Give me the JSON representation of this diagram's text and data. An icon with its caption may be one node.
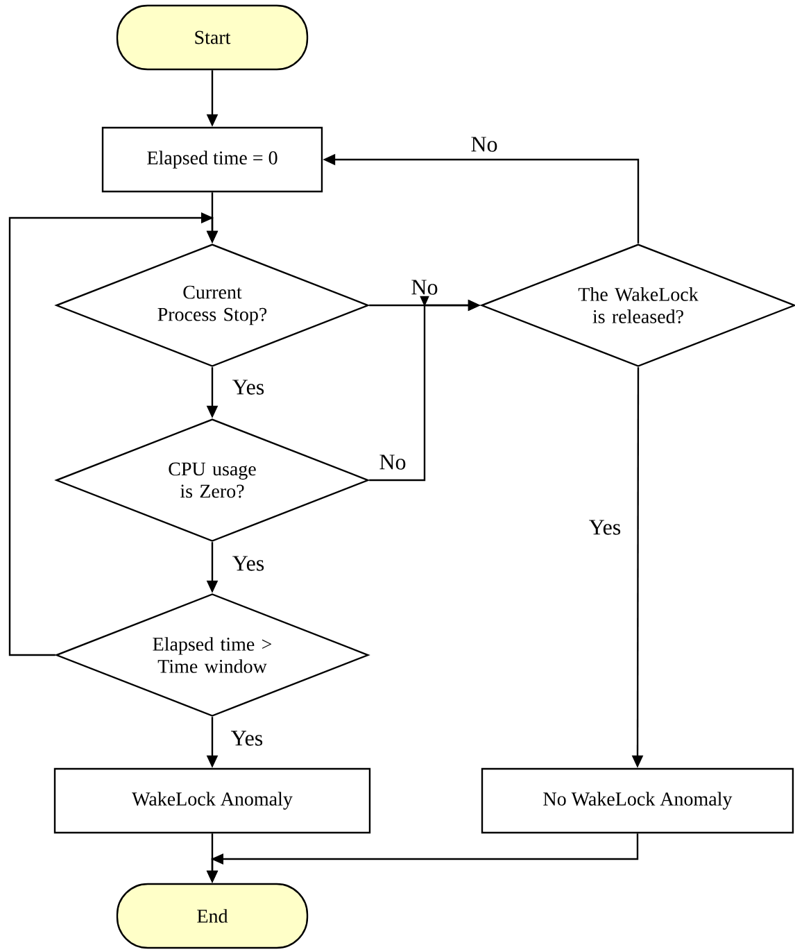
{
  "diagram": {
    "nodes": [
      {
        "text": [
          "Start"
        ]
      },
      {
        "text": [
          "Elapsed time = 0"
        ]
      },
      {
        "text": [
          "Current Process Stop?"
        ]
      },
      {
        "text": [
          "The WakeLock is released?"
        ]
      },
      {
        "text": [
          "CPU usage is Zero?"
        ]
      },
      {
        "text": [
          "Elapsed time > Time window"
        ]
      },
      {
        "text": [
          "WakeLock Anomaly"
        ]
      },
      {
        "text": [
          "No WakeLock Anomaly"
        ]
      },
      {
        "text": [
          "End"
        ]
      }
    ],
    "edges": [
      {
        "from": 0,
        "to": 1,
        "arrow": "to"
      },
      {
        "from": 1,
        "to": 2,
        "arrow": "to"
      },
      {
        "from": 2,
        "to": 4,
        "arrow": "to",
        "label": "Yes"
      },
      {
        "from": 4,
        "to": 5,
        "arrow": "to",
        "label": "Yes"
      },
      {
        "from": 5,
        "to": 6,
        "arrow": "to",
        "label": "Yes"
      },
      {
        "from": 5,
        "to": 2,
        "arrow": "to"
      },
      {
        "from": 2,
        "to": 3,
        "arrow": "to",
        "label": "No"
      },
      {
        "from": 4,
        "to": 3,
        "arrow": "to",
        "label": "No"
      },
      {
        "from": 3,
        "to": 1,
        "arrow": "to",
        "label": "No"
      },
      {
        "from": 3,
        "to": 7,
        "arrow": "to",
        "label": "Yes"
      },
      {
        "from": 6,
        "to": 8,
        "arrow": "to"
      },
      {
        "from": 7,
        "to": 8,
        "arrow": "to"
      }
    ]
  }
}
